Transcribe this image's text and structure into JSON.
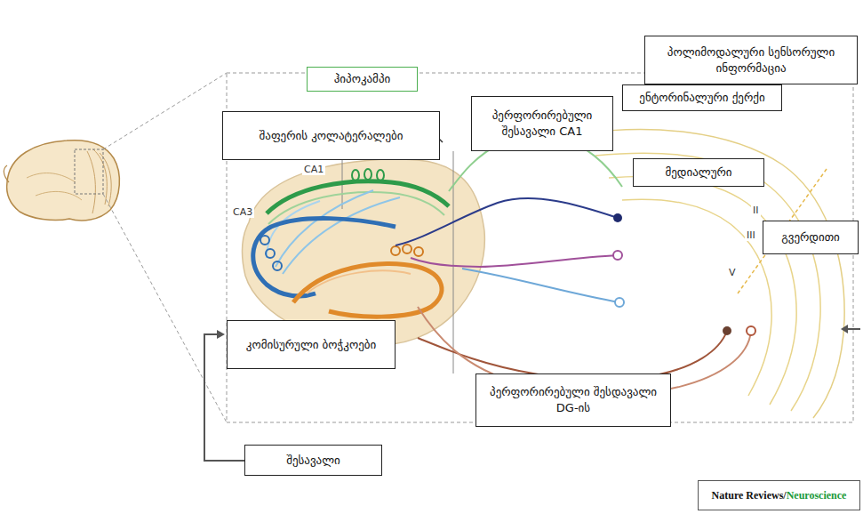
{
  "diagram": {
    "nodes": [
      {
        "text": [
          "პოლიმოდალური სენსორული ინფორმაცია"
        ]
      },
      {
        "text": [
          "ჰიპოკამპი"
        ]
      },
      {
        "text": [
          "ენტორინალური ქერქი"
        ]
      },
      {
        "text": [
          "პერფორირებული შესავალი CA1"
        ]
      },
      {
        "text": [
          "შაფერის კოლატერალები"
        ]
      },
      {
        "text": [
          "მედიალური"
        ]
      },
      {
        "text": [
          "გვერდითი"
        ]
      },
      {
        "text": [
          "კომისურული ბოჭკოები"
        ]
      },
      {
        "text": [
          "პერფორირებული შესდავალი DG-ის"
        ]
      },
      {
        "text": [
          "შესავალი"
        ]
      },
      {
        "text": [
          "Nature Reviews/",
          "Neuroscience"
        ]
      }
    ],
    "labels": [
      "CA3",
      "CA1",
      "II",
      "III",
      "V"
    ]
  }
}
